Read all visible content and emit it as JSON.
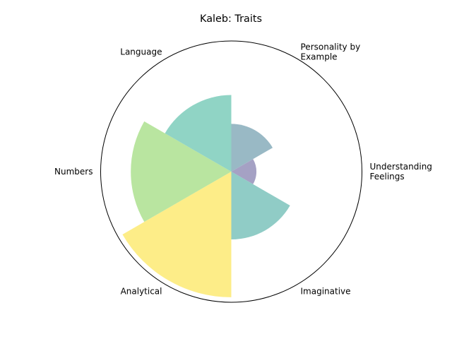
{
  "chart_data": {
    "type": "polar-bar",
    "title": "Kaleb: Traits",
    "categories": [
      "Personality by\nExample",
      "Understanding\nFeelings",
      "Imaginative",
      "Analytical",
      "Numbers",
      "Language"
    ],
    "values": [
      3.8,
      2.0,
      5.4,
      10.0,
      8.0,
      6.1
    ],
    "rmax": 10.4,
    "grid": false,
    "colors": [
      "#7fa7b7",
      "#8f8ab5",
      "#74bfb8",
      "#fde86a",
      "#a8df88",
      "#74c9b7"
    ]
  }
}
